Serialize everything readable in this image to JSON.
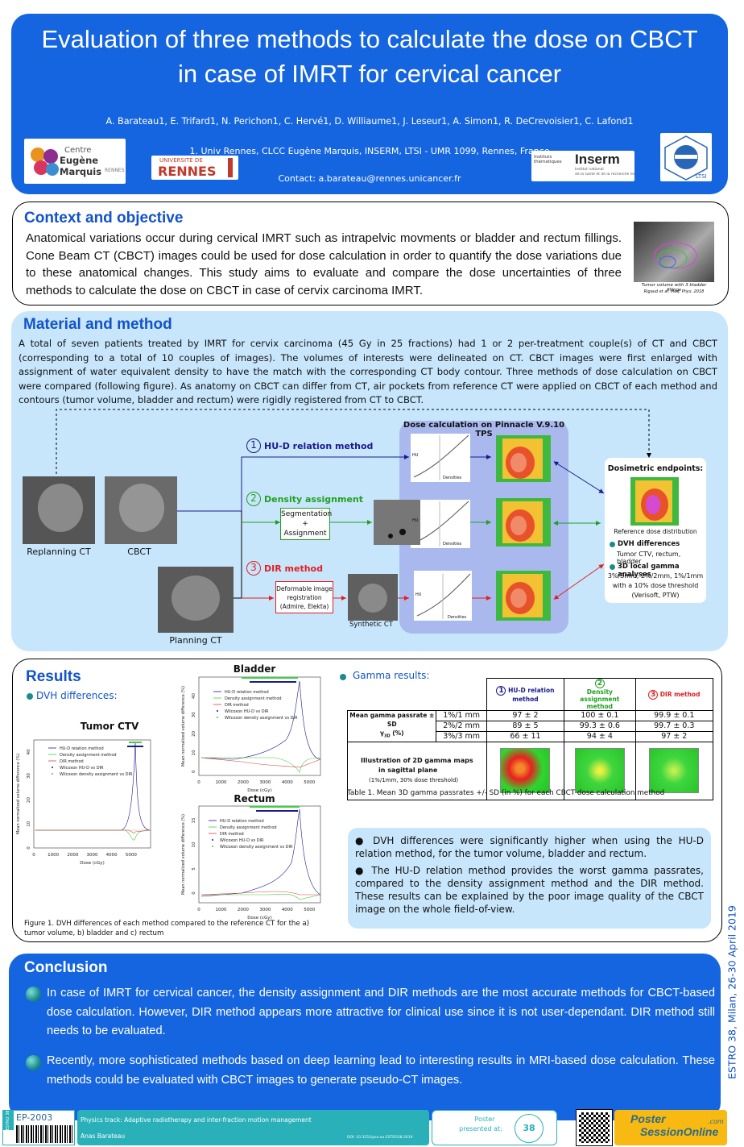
{
  "header": {
    "title_line1": "Evaluation of three methods to calculate the dose  on CBCT",
    "title_line2": "in case of IMRT  for cervical cancer",
    "authors": "A. Barateau1, E. Trifard1,  N. Perichon1, C. Hervé1, D. Williaume1, J. Leseur1, A. Simon1, R. DeCrevoisier1, C. Lafond1",
    "affiliation": "1. Univ Rennes, CLCC Eugène Marquis, INSERM, LTSI - UMR  1099, Rennes, France",
    "contact": "Contact: a.barateau@rennes.unicancer.fr",
    "logos": {
      "cem_line1": "Centre",
      "cem_line2": "Eugène Marquis",
      "cem_line3": "RENNES",
      "rennes_line1": "UNIVERSITÉ DE",
      "rennes_line2": "RENNES",
      "inserm_small": "Instituts thématiques",
      "inserm": "Inserm",
      "inserm_sub1": "Institut national",
      "inserm_sub2": "de la santé et de la recherche médicale",
      "ltsi": "LTSI"
    }
  },
  "context": {
    "heading": "Context and objective",
    "text": "Anatomical variations occur during cervical IMRT such as intrapelvic movments or bladder and rectum fillings. Cone Beam CT (CBCT) images could be used for dose calculation in order to quantify the dose variations due to these anatomical changes. This study aims to evaluate and compare the dose uncertainties of three methods  to calculate the dose on CBCT in case of cervix carcinoma IMRT.",
    "img_caption1": "Tumor volume with 3 bladder fillings",
    "img_caption2": "Rigaud et al. Med. Phys. 2018"
  },
  "methods": {
    "heading": "Material and method",
    "text": "A total of seven patients treated by IMRT for cervix carcinoma (45 Gy in 25 fractions) had 1 or 2 per-treatment couple(s) of CT and CBCT (corresponding to a total of 10 couples of images). The volumes of interests were delineated on CT. CBCT images were first enlarged with assignment of water equivalent density to have the match with the corresponding CT body contour. Three methods of dose calculation on CBCT were compared (following figure). As anatomy on CBCT can differ from CT, air pockets from reference CT were applied on CBCT of each method and contours (tumor volume, bladder and rectum) were rigidly registered from CT to CBCT.",
    "fig": {
      "tps": "Dose calculation  on Pinnacle V.9.10 TPS",
      "m1_num": "1",
      "m1": "HU-D relation method",
      "m2_num": "2",
      "m2": "Density assignment",
      "m3_num": "3",
      "m3": "DIR method",
      "seg_box": "Segmentation\n+\nAssignment",
      "dir_box": "Deformable image\nregistration\n(Admire, Elekta)",
      "replanning": "Replanning CT",
      "cbct": "CBCT",
      "planning": "Planning CT",
      "synthetic": "Synthetic CT",
      "curve_hu": "HU",
      "curve_x": "Densities",
      "endpoints": "Dosimetric endpoints:",
      "refdose": "Reference dose distribution",
      "dvh_title": "DVH differences",
      "dvh_text": "Tumor CTV, rectum, bladder",
      "gamma_title": "3D local gamma analyses",
      "gamma_l1": "3%/3mm, 2%/2mm, 1%/1mm",
      "gamma_l2": "with a 10% dose threshold",
      "gamma_l3": "(Verisoft, PTW)"
    }
  },
  "results": {
    "heading": "Results",
    "dvh_label": "DVH differences:",
    "gamma_label": "Gamma results:",
    "charts": {
      "tumor_title": "Tumor CTV",
      "bladder_title": "Bladder",
      "rectum_title": "Rectum",
      "ylabel": "Mean normalized volume difference (%)",
      "xlabel": "Dose (cGy)",
      "legend": [
        "HU-D relation method",
        "Density assignment method",
        "DIR method",
        "Wilcoxon HU-D vs DIR",
        "Wilcoxon density assignment vs DIR"
      ]
    },
    "fig_caption": "Figure 1. DVH differences of each method compared to the reference CT for the a) tumor volume, b) bladder and c) rectum",
    "table": {
      "col1_num": "1",
      "col1": "HU-D relation method",
      "col2_num": "2",
      "col2": "Density assignment method",
      "col3_num": "3",
      "col3": "DIR method",
      "row_header": "Mean gamma passrate ± SD",
      "row_header2": "γ",
      "row_header_sub": "3D",
      "row_header_unit": " (%)",
      "rows": [
        {
          "crit": "1%/1 mm",
          "v1": "97 ± 2",
          "v2": "100 ± 0.1",
          "v3": "99.9 ± 0.1"
        },
        {
          "crit": "2%/2 mm",
          "v1": "89 ± 5",
          "v2": "99.3 ± 0.6",
          "v3": "99.7 ± 0.3"
        },
        {
          "crit": "3%/3 mm",
          "v1": "66 ± 11",
          "v2": "94 ± 4",
          "v3": "97 ± 2"
        }
      ],
      "illus1": "Illustration of 2D gamma maps",
      "illus2": "in sagittal plane",
      "illus3": "(1%/1mm, 30% dose threshold)",
      "caption": "Table 1. Mean 3D gamma passrates +/- SD (in %) for each CBCT dose calculation method"
    },
    "summary1": "● DVH differences were significantly higher when using the HU-D relation method, for the tumor volume, bladder and rectum.",
    "summary2": "● The HU-D relation method provides the worst gamma passrates, compared to the density assignment method and the DIR method. These results can be explained by the poor image quality of the CBCT image on the whole field-of-view."
  },
  "conclusion": {
    "heading": "Conclusion",
    "p1": "In case of IMRT for cervical cancer, the density assignment and DIR methods are the most accurate methods for CBCT-based dose calculation. However, DIR method appears more attractive for clinical use since it is not user-dependant. DIR method still needs to be evaluated.",
    "p2": "Recently, more sophisticated methods based on deep learning lead to interesting results in MRI-based dose calculation. These methods could be evaluated with CBCT images to generate pseudo-CT images."
  },
  "side_text": "ESTRO 38, Milan, 26-30 April 2019",
  "footer": {
    "estro": "ESTRO 38",
    "code": "EP-2003",
    "track": "Physics track: Adaptive radiotherapy and inter-fraction motion management",
    "author": "Anas Barateau",
    "doi": "DOI: 10.3252/pso.eu.ESTRO38.2019",
    "presented1": "Poster",
    "presented2": "presented at:",
    "badge": "38",
    "pso1": "Poster",
    "pso2": "SessionOnline",
    "pso3": ".com"
  },
  "colors": {
    "blue": "#1565e0",
    "light": "#c8e6fb",
    "navy": "#1a1a8c",
    "green": "#20a020",
    "red": "#e02020"
  }
}
